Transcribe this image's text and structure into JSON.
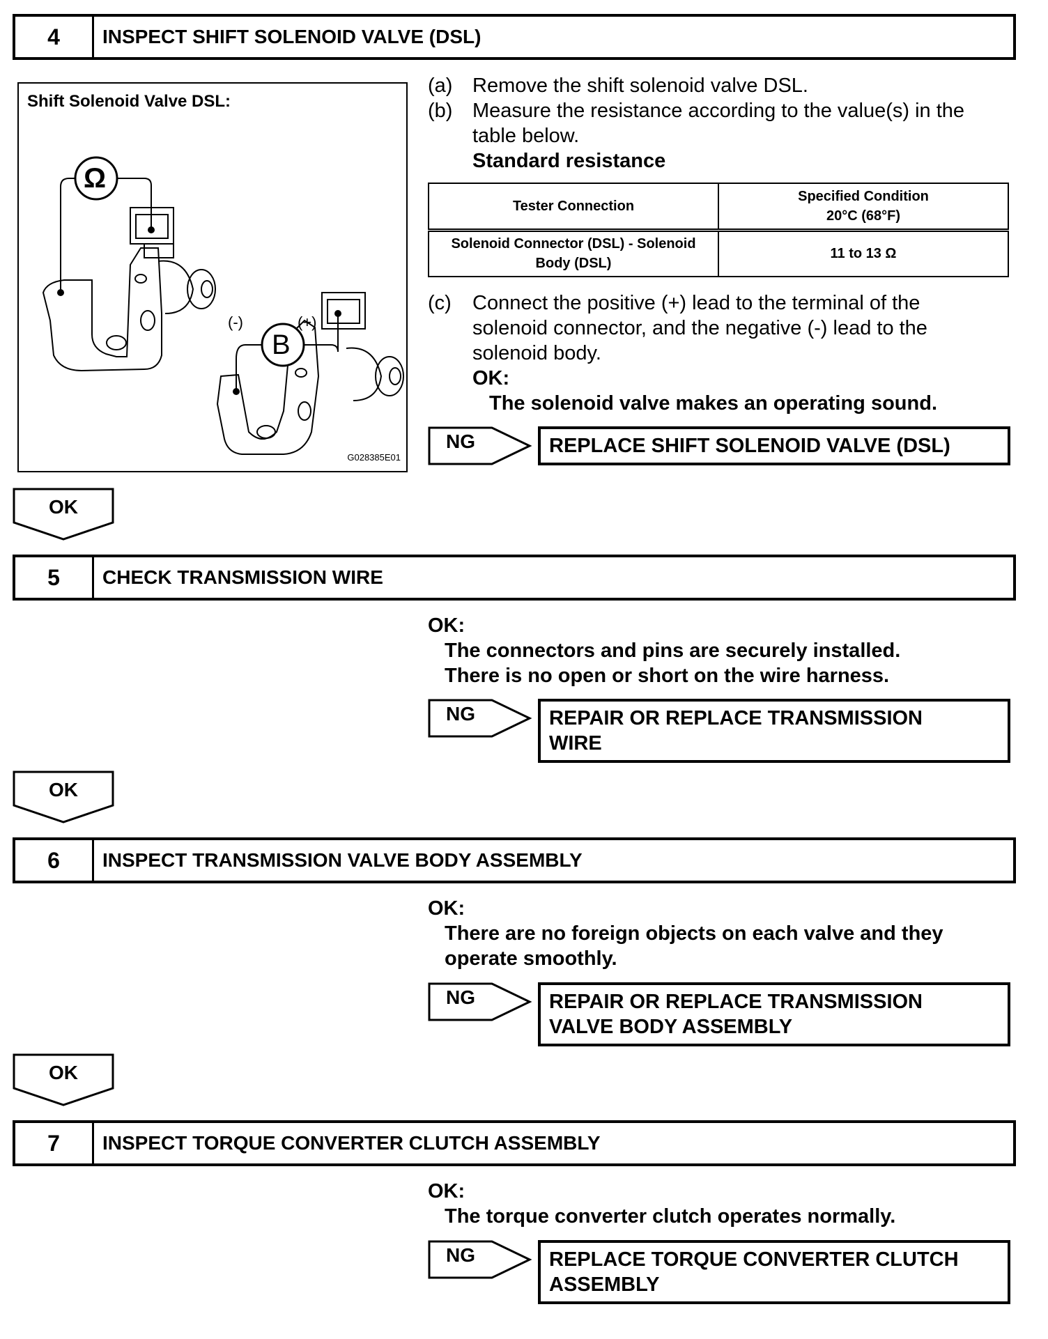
{
  "step4": {
    "number": "4",
    "title": "INSPECT SHIFT SOLENOID VALVE (DSL)",
    "figure": {
      "title": "Shift Solenoid Valve DSL:",
      "ohm_symbol": "Ω",
      "battery_symbol": "B",
      "neg_label": "(-)",
      "pos_label": "(+)",
      "code": "G028385E01"
    },
    "item_a_label": "(a)",
    "item_a": "Remove the shift solenoid valve DSL.",
    "item_b_label": "(b)",
    "item_b_line1": "Measure the resistance according to the value(s) in the",
    "item_b_line2": "table below.",
    "standard_title": "Standard resistance",
    "table": {
      "header_col1": "Tester Connection",
      "header_col2_line1": "Specified Condition",
      "header_col2_line2": "20°C (68°F)",
      "row_col1_line1": "Solenoid Connector (DSL) - Solenoid",
      "row_col1_line2": "Body (DSL)",
      "row_col2": "11 to 13 Ω"
    },
    "item_c_label": "(c)",
    "item_c_line1": "Connect the positive (+) lead to the terminal of the",
    "item_c_line2": "solenoid connector, and the negative (-) lead to the",
    "item_c_line3": "solenoid body.",
    "ok_label": "OK:",
    "ok_text": "The solenoid valve makes an operating sound.",
    "ng_label": "NG",
    "ng_result": "REPLACE SHIFT SOLENOID VALVE (DSL)"
  },
  "ok_arrow_label": "OK",
  "step5": {
    "number": "5",
    "title": "CHECK TRANSMISSION WIRE",
    "ok_label": "OK:",
    "ok_line1": "The connectors and pins are securely installed.",
    "ok_line2": "There is no open or short on the wire harness.",
    "ng_label": "NG",
    "ng_result_line1": "REPAIR OR REPLACE TRANSMISSION",
    "ng_result_line2": "WIRE"
  },
  "step6": {
    "number": "6",
    "title": "INSPECT TRANSMISSION VALVE BODY ASSEMBLY",
    "ok_label": "OK:",
    "ok_line1": "There are no foreign objects on each valve and they",
    "ok_line2": "operate smoothly.",
    "ng_label": "NG",
    "ng_result_line1": "REPAIR OR REPLACE TRANSMISSION",
    "ng_result_line2": "VALVE BODY ASSEMBLY"
  },
  "step7": {
    "number": "7",
    "title": "INSPECT TORQUE CONVERTER CLUTCH ASSEMBLY",
    "ok_label": "OK:",
    "ok_line1": "The torque converter clutch operates normally.",
    "ng_label": "NG",
    "ng_result_line1": "REPLACE TORQUE CONVERTER CLUTCH",
    "ng_result_line2": "ASSEMBLY"
  }
}
